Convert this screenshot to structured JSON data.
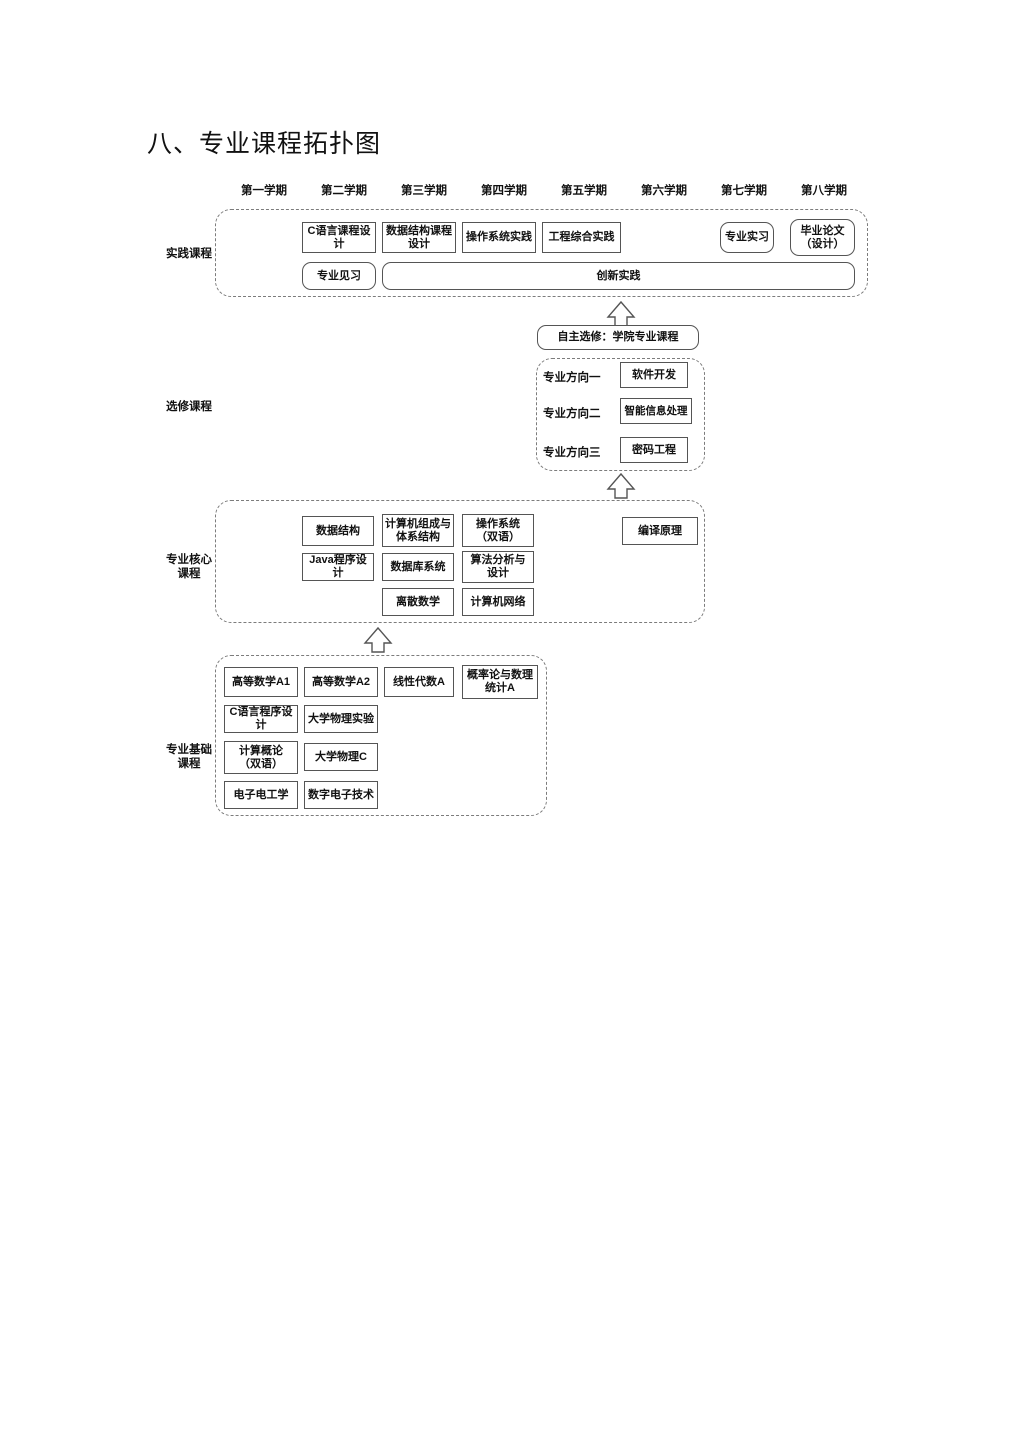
{
  "document": {
    "title": "八、专业课程拓扑图"
  },
  "semesters": [
    {
      "label": "第一学期"
    },
    {
      "label": "第二学期"
    },
    {
      "label": "第三学期"
    },
    {
      "label": "第四学期"
    },
    {
      "label": "第五学期"
    },
    {
      "label": "第六学期"
    },
    {
      "label": "第七学期"
    },
    {
      "label": "第八学期"
    }
  ],
  "categories": {
    "practice": "实践课程",
    "elective": "选修课程",
    "core": "专业核心\n课程",
    "foundation": "专业基础\n课程"
  },
  "practice": {
    "row1": [
      {
        "label": "C语言课程设计"
      },
      {
        "label": "数据结构课程\n设计"
      },
      {
        "label": "操作系统实践"
      },
      {
        "label": "工程综合实践"
      },
      {
        "label": "专业实习"
      },
      {
        "label": "毕业论文\n（设计）"
      }
    ],
    "row2": [
      {
        "label": "专业见习"
      },
      {
        "label": "创新实践"
      }
    ]
  },
  "elective": {
    "header": "自主选修：学院专业课程",
    "directions": [
      {
        "label": "专业方向一",
        "course": "软件开发"
      },
      {
        "label": "专业方向二",
        "course": "智能信息处理"
      },
      {
        "label": "专业方向三",
        "course": "密码工程"
      }
    ]
  },
  "core": {
    "boxes": [
      {
        "label": "数据结构"
      },
      {
        "label": "计算机组成与\n体系结构"
      },
      {
        "label": "操作系统\n（双语）"
      },
      {
        "label": "Java程序设计"
      },
      {
        "label": "数据库系统"
      },
      {
        "label": "算法分析与\n设计"
      },
      {
        "label": "离散数学"
      },
      {
        "label": "计算机网络"
      },
      {
        "label": "编译原理"
      }
    ]
  },
  "foundation": {
    "boxes": [
      {
        "label": "高等数学A1"
      },
      {
        "label": "高等数学A2"
      },
      {
        "label": "线性代数A"
      },
      {
        "label": "概率论与数理\n统计A"
      },
      {
        "label": "C语言程序设计"
      },
      {
        "label": "大学物理实验"
      },
      {
        "label": "计算概论\n（双语）"
      },
      {
        "label": "大学物理C"
      },
      {
        "label": "电子电工学"
      },
      {
        "label": "数字电子技术"
      }
    ]
  },
  "arrows": [
    {
      "name": "arrow-core-to-elective"
    },
    {
      "name": "arrow-elective-to-practice"
    },
    {
      "name": "arrow-foundation-to-core"
    }
  ],
  "colors": {
    "text": "#111111",
    "box_border": "#555555",
    "group_border": "#7c7c7c",
    "background": "#ffffff"
  }
}
